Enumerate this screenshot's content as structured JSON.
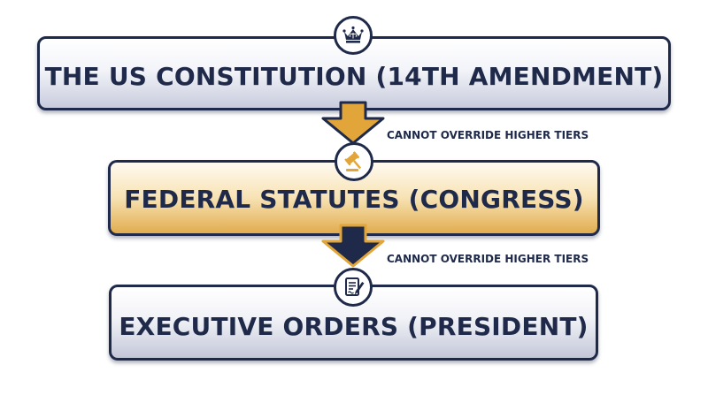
{
  "tiers": [
    {
      "label": "THE US CONSTITUTION (14TH AMENDMENT)",
      "icon": "crown-scales-icon"
    },
    {
      "label": "FEDERAL STATUTES (CONGRESS)",
      "icon": "gavel-icon"
    },
    {
      "label": "EXECUTIVE ORDERS (PRESIDENT)",
      "icon": "signed-document-icon"
    }
  ],
  "connectors": [
    {
      "note": "CANNOT OVERRIDE HIGHER TIERS",
      "arrow_color": "#e2a53a"
    },
    {
      "note": "CANNOT OVERRIDE HIGHER TIERS",
      "arrow_color": "#1f2a4a"
    }
  ],
  "colors": {
    "navy": "#1f2a4a",
    "gold": "#e2a53a"
  }
}
